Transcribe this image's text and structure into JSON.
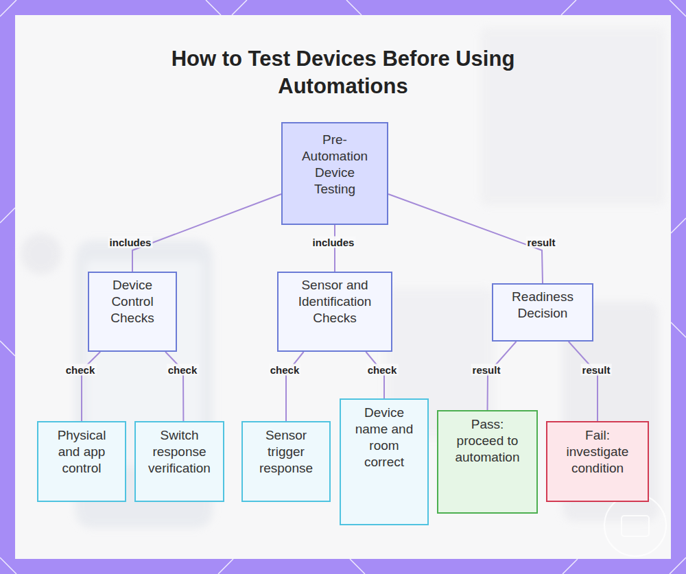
{
  "diagram": {
    "title": "How to Test Devices Before Using Automations",
    "nodes": [
      {
        "text": [
          "Pre-Automation Device Testing"
        ]
      },
      {
        "text": [
          "Device Control Checks"
        ]
      },
      {
        "text": [
          "Sensor and Identification Checks"
        ]
      },
      {
        "text": [
          "Readiness Decision"
        ]
      },
      {
        "text": [
          "Physical and app control"
        ]
      },
      {
        "text": [
          "Switch response verification"
        ]
      },
      {
        "text": [
          "Sensor trigger response"
        ]
      },
      {
        "text": [
          "Device name and room correct"
        ]
      },
      {
        "text": [
          "Pass: proceed to automation"
        ]
      },
      {
        "text": [
          "Fail: investigate condition"
        ]
      }
    ],
    "edges": [
      {
        "from": 0,
        "to": 1,
        "label": "includes",
        "arrow": "none"
      },
      {
        "from": 0,
        "to": 2,
        "label": "includes",
        "arrow": "none"
      },
      {
        "from": 0,
        "to": 3,
        "label": "result",
        "arrow": "none"
      },
      {
        "from": 1,
        "to": 4,
        "label": "check",
        "arrow": "none"
      },
      {
        "from": 1,
        "to": 5,
        "label": "check",
        "arrow": "none"
      },
      {
        "from": 2,
        "to": 6,
        "label": "check",
        "arrow": "none"
      },
      {
        "from": 2,
        "to": 7,
        "label": "check",
        "arrow": "none"
      },
      {
        "from": 3,
        "to": 8,
        "label": "result",
        "arrow": "none"
      },
      {
        "from": 3,
        "to": 9,
        "label": "result",
        "arrow": "none"
      }
    ]
  }
}
